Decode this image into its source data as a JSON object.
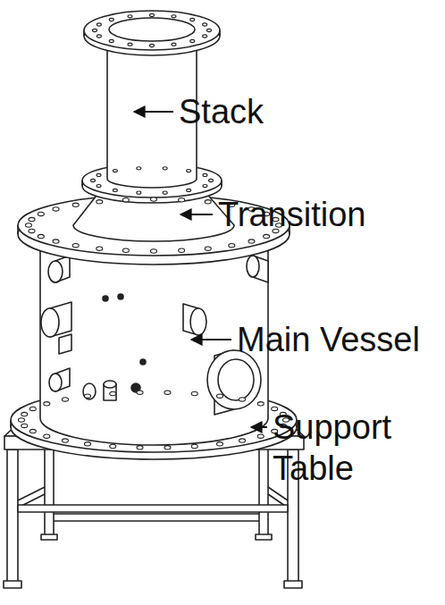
{
  "diagram": {
    "labels": [
      "Stack",
      "Transition",
      "Main Vessel",
      "Support Table"
    ]
  }
}
